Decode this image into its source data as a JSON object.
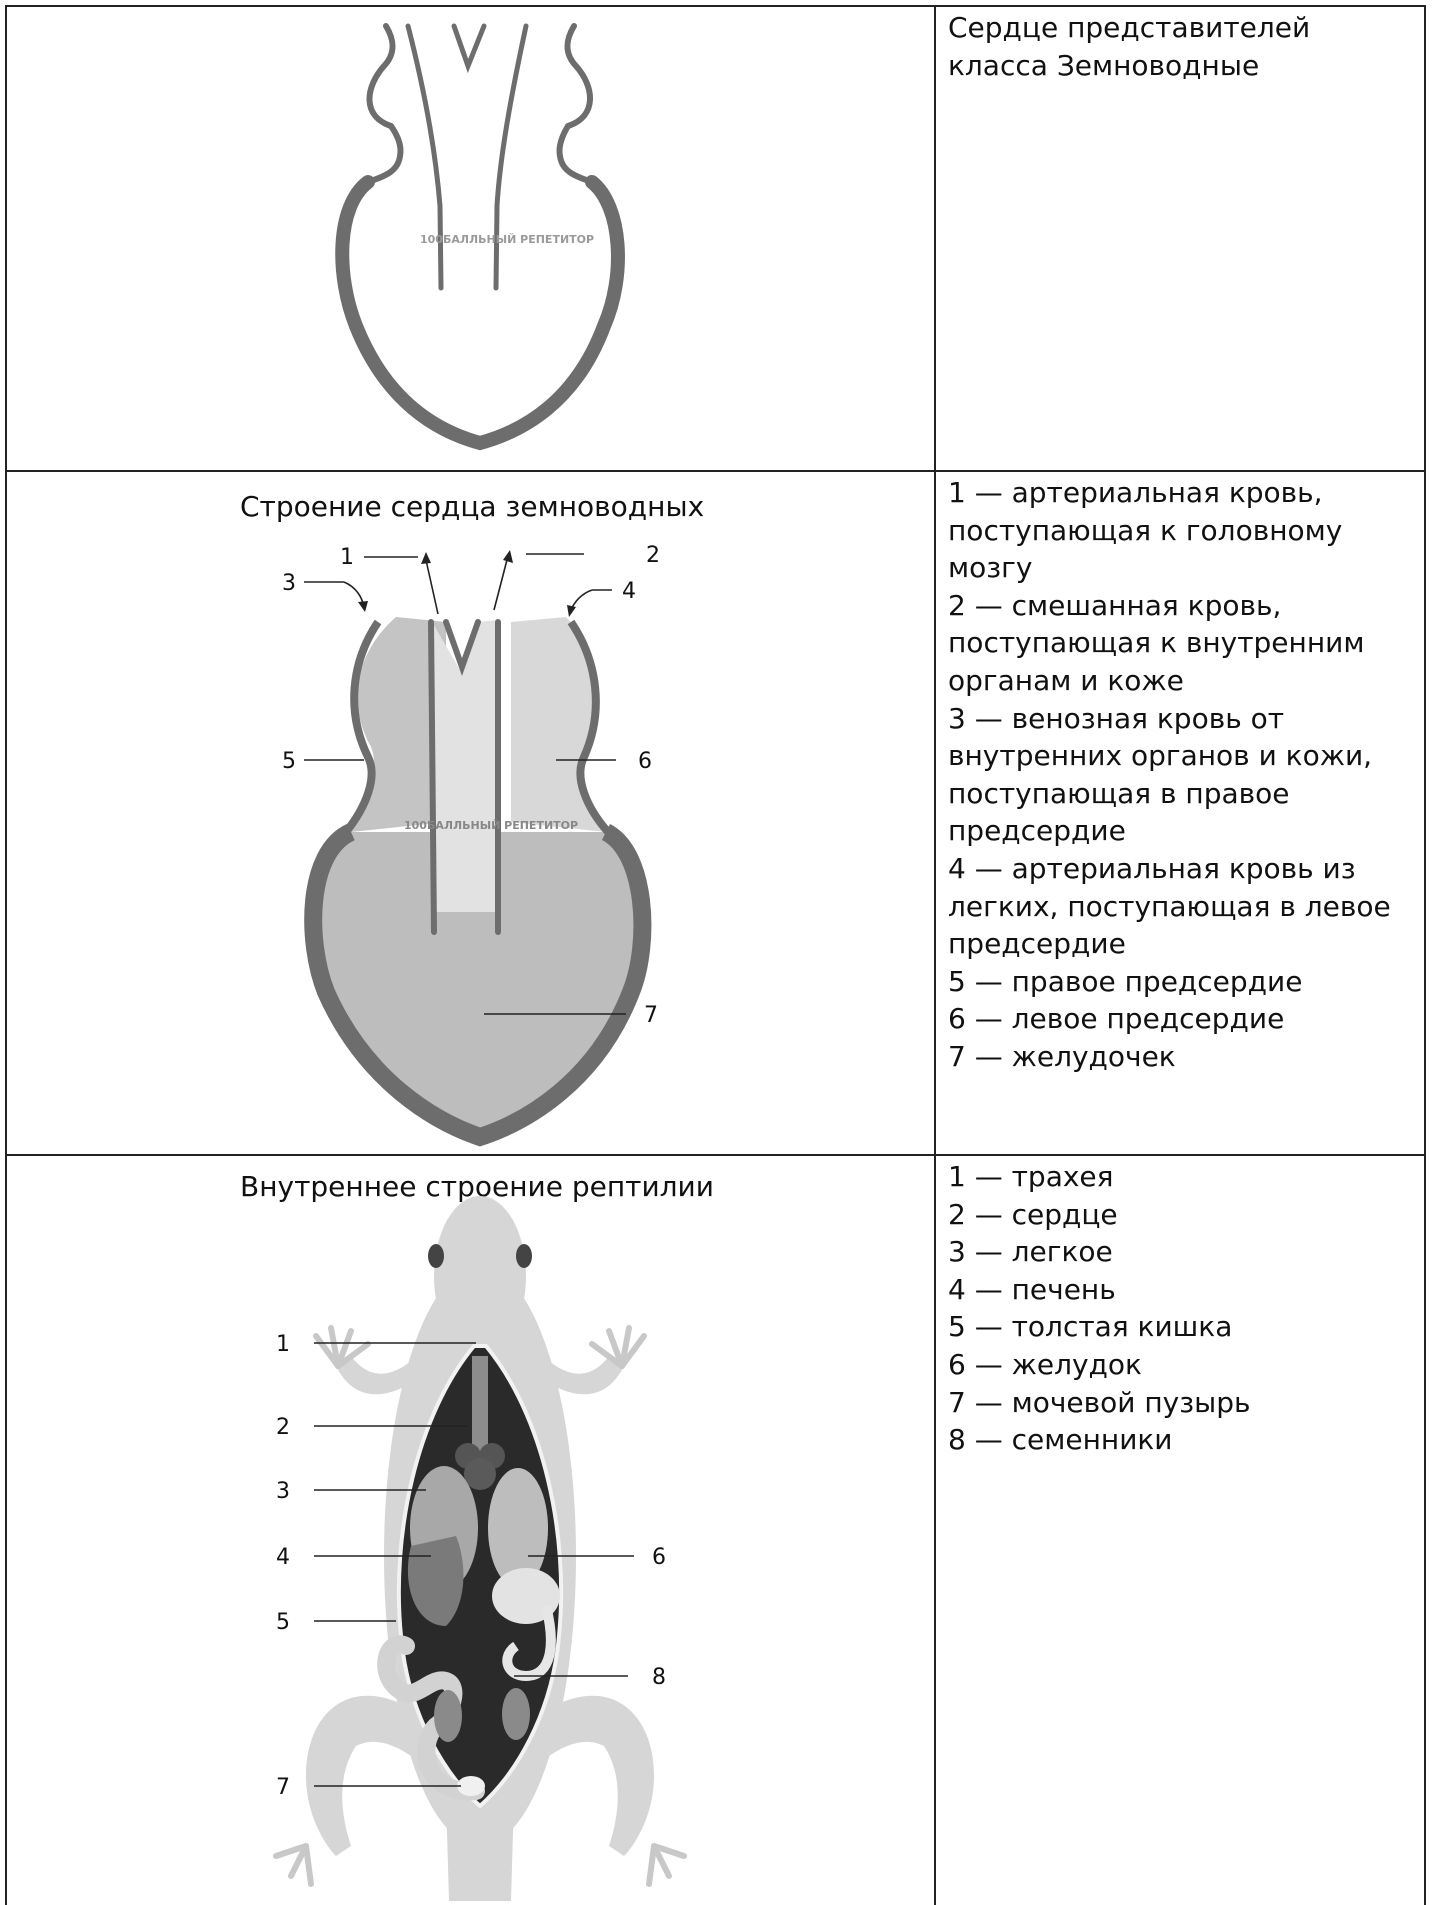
{
  "rows": [
    {
      "caption": "",
      "text_lines": [
        "Сердце представителей",
        "класса Земноводные"
      ]
    },
    {
      "caption": "Строение сердца земноводных",
      "text_lines": [
        "1 — артериальная кровь,",
        "поступающая к головному",
        "мозгу",
        "2 — смешанная кровь,",
        "поступающая к внутренним",
        "органам и коже",
        "3 — венозная кровь от",
        "внутренних органов и кожи,",
        "поступающая в правое",
        "предсердие",
        "4 — артериальная кровь из",
        "легких, поступающая в левое",
        "предсердие",
        "5 — правое предсердие",
        "6 — левое предсердие",
        "7 — желудочек"
      ],
      "labels": [
        "1",
        "2",
        "3",
        "4",
        "5",
        "6",
        "7"
      ]
    },
    {
      "caption": "Внутреннее строение рептилии",
      "text_lines": [
        "1 — трахея",
        "2 — сердце",
        "3 — легкое",
        "4 — печень",
        "5 — толстая кишка",
        "6 — желудок",
        "7 — мочевой пузырь",
        "8 — семенники"
      ],
      "labels": [
        "1",
        "2",
        "3",
        "4",
        "5",
        "6",
        "7",
        "8"
      ]
    }
  ],
  "watermark": "100БАЛЛЬНЫЙ РЕПЕТИТОР"
}
